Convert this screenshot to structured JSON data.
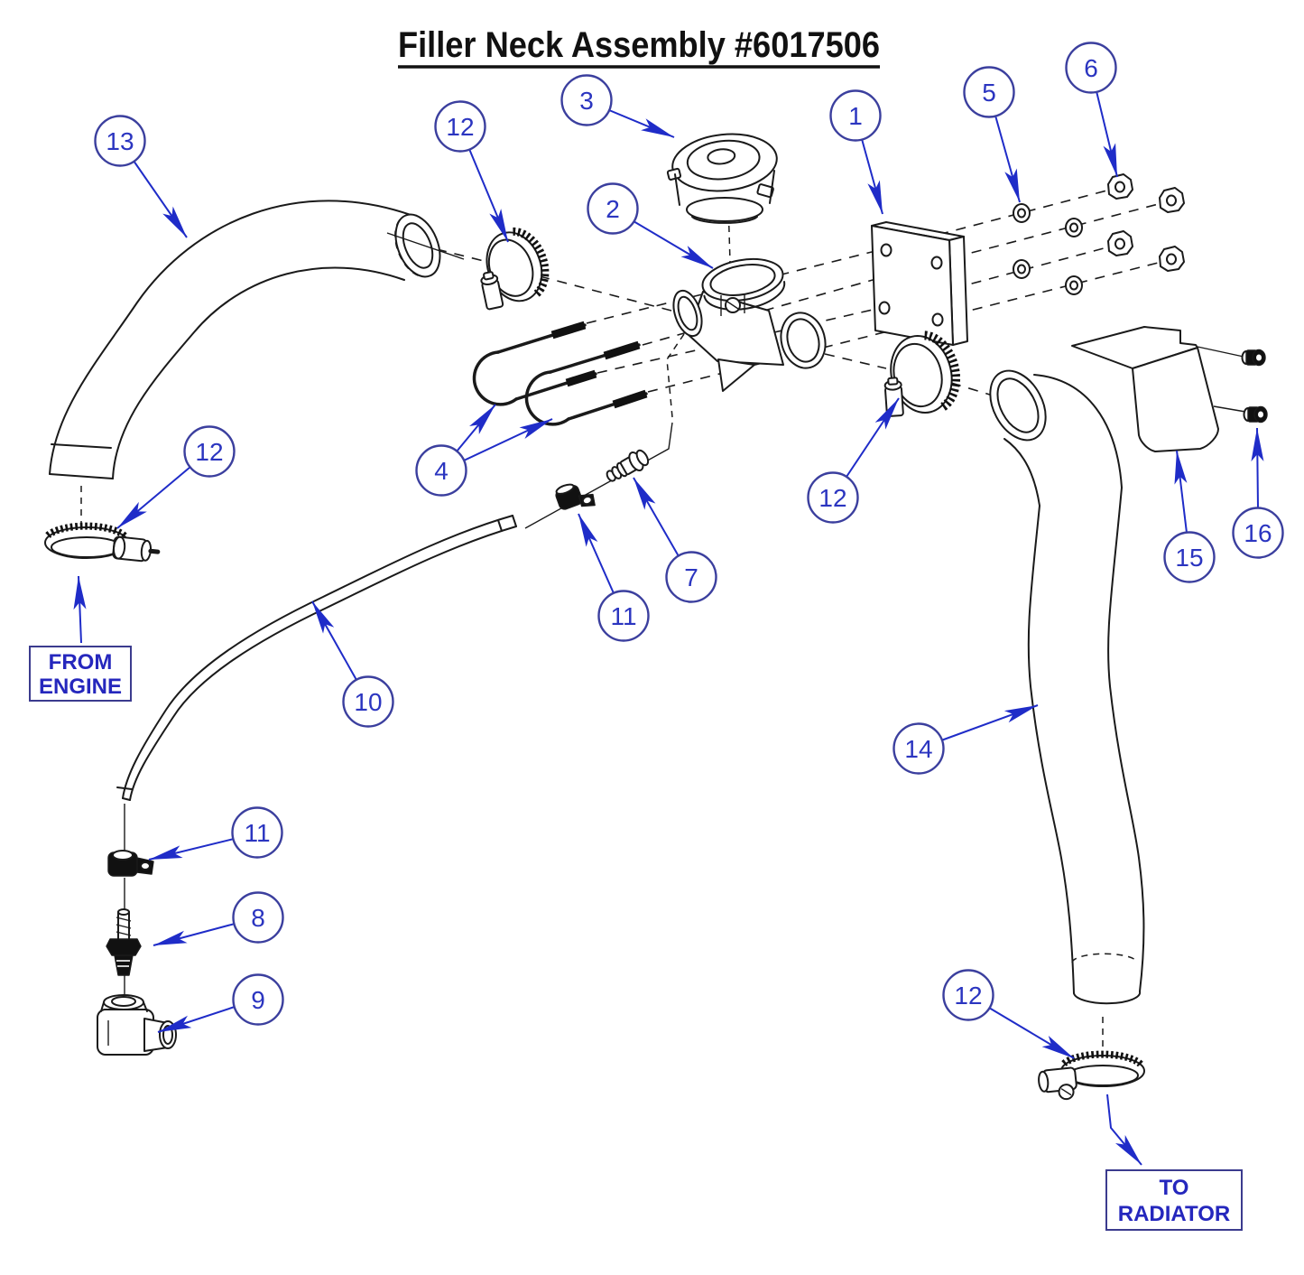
{
  "title": "Filler Neck Assembly #6017506",
  "colors": {
    "callout_ring": "#3b3f9e",
    "callout_number": "#2b35c0",
    "arrow_blue": "#1f2cc8",
    "label_text": "#2527bd",
    "line_black": "#1a1a1a"
  },
  "callouts": {
    "c1": "1",
    "c2": "2",
    "c3": "3",
    "c4": "4",
    "c5": "5",
    "c6": "6",
    "c7": "7",
    "c8": "8",
    "c9": "9",
    "c10": "10",
    "c11a": "11",
    "c11b": "11",
    "c12a": "12",
    "c12b": "12",
    "c12c": "12",
    "c12d": "12",
    "c13": "13",
    "c14": "14",
    "c15": "15",
    "c16": "16"
  },
  "labels": {
    "from_engine_line1": "FROM",
    "from_engine_line2": "ENGINE",
    "to_radiator_line1": "TO",
    "to_radiator_line2": "RADIATOR"
  }
}
